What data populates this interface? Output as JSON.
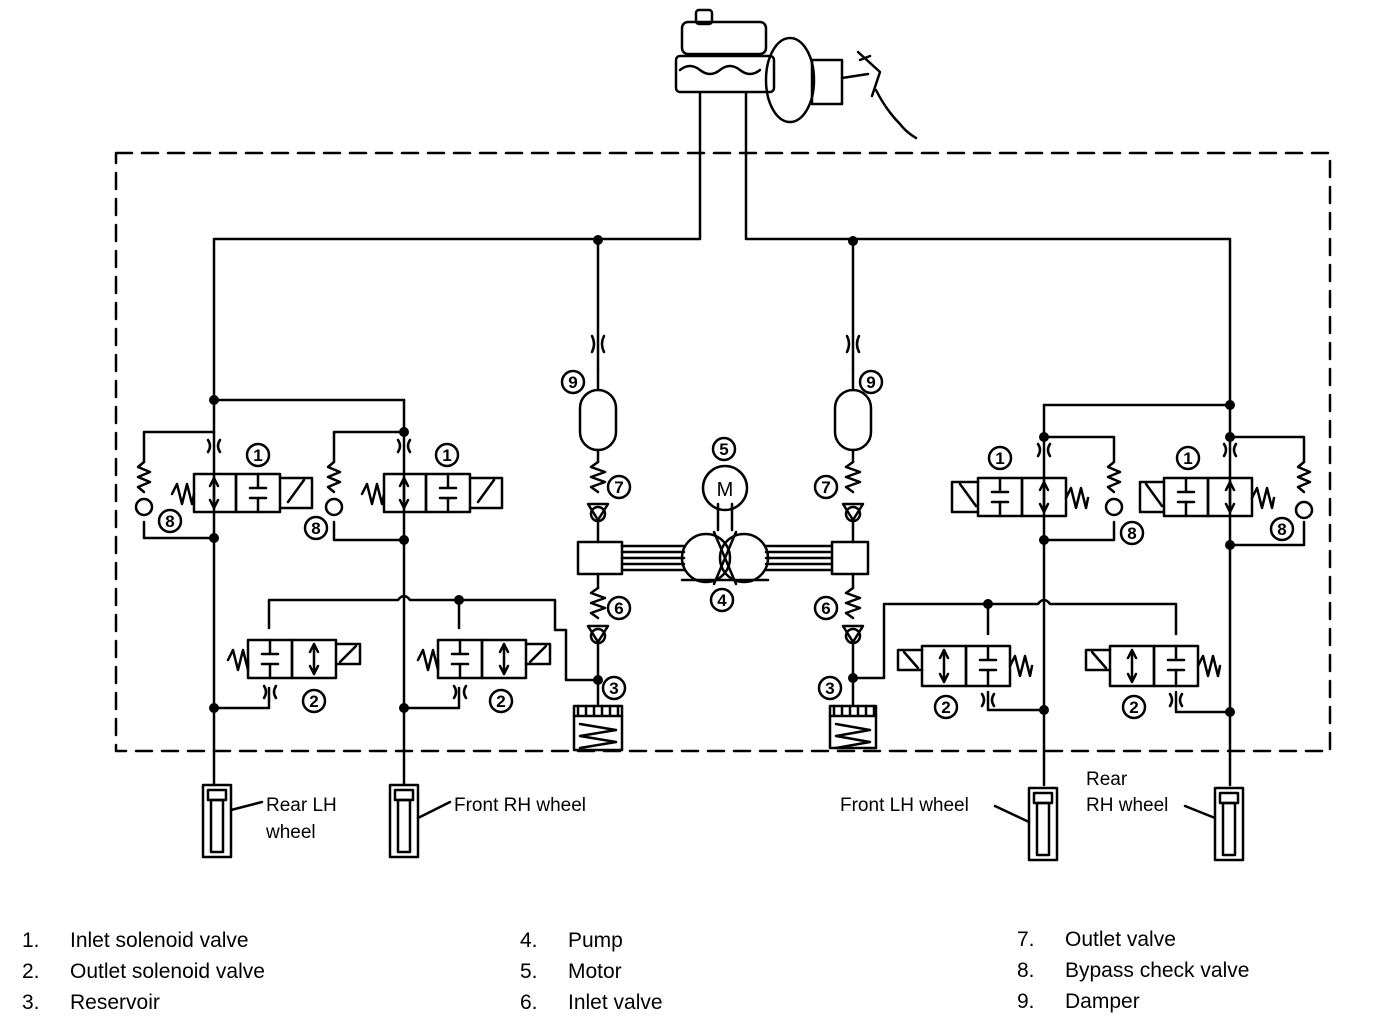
{
  "wheels": {
    "rear_lh": [
      "Rear LH",
      "wheel"
    ],
    "front_rh": "Front RH wheel",
    "front_lh": "Front LH wheel",
    "rear_rh": [
      "Rear",
      "RH wheel"
    ]
  },
  "symbols": {
    "motor": "M"
  },
  "legend": [
    {
      "num": "1.",
      "label": "Inlet solenoid valve"
    },
    {
      "num": "2.",
      "label": "Outlet solenoid valve"
    },
    {
      "num": "3.",
      "label": "Reservoir"
    },
    {
      "num": "4.",
      "label": "Pump"
    },
    {
      "num": "5.",
      "label": "Motor"
    },
    {
      "num": "6.",
      "label": "Inlet valve"
    },
    {
      "num": "7.",
      "label": "Outlet valve"
    },
    {
      "num": "8.",
      "label": "Bypass check valve"
    },
    {
      "num": "9.",
      "label": "Damper"
    }
  ],
  "badge_numbers": [
    "1",
    "2",
    "3",
    "4",
    "5",
    "6",
    "7",
    "8",
    "9"
  ]
}
